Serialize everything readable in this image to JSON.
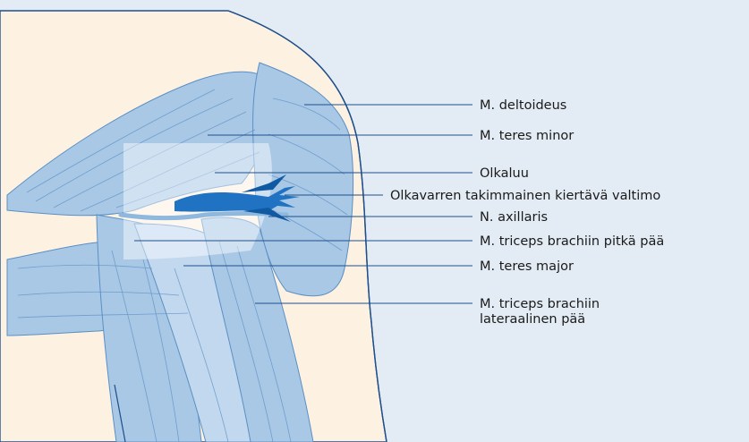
{
  "colors": {
    "panel_bg": "#e3ecf4",
    "skin": "#fdf1e2",
    "muscle_fill": "#a9c8e6",
    "muscle_fill_light": "#c2d8ee",
    "muscle_stroke": "#5a8fc4",
    "outline": "#1f4f8c",
    "vessel": "#1f73c2",
    "vessel_dark": "#0f5aa3",
    "nerve": "#8fb8df",
    "leader_line": "#1f4f8c",
    "label_text": "#1a1a1a"
  },
  "labels": [
    {
      "id": "deltoideus",
      "lines": [
        "M. deltoideus"
      ]
    },
    {
      "id": "teres-minor",
      "lines": [
        "M. teres minor"
      ]
    },
    {
      "id": "olkaluu",
      "lines": [
        "Olkaluu"
      ]
    },
    {
      "id": "valtimo",
      "lines": [
        "Olkavarren takimmainen kiertävä valtimo"
      ]
    },
    {
      "id": "axillaris",
      "lines": [
        "N. axillaris"
      ]
    },
    {
      "id": "triceps-pitka",
      "lines": [
        "M. triceps brachiin pitkä pää"
      ]
    },
    {
      "id": "teres-major",
      "lines": [
        "M. teres major"
      ]
    },
    {
      "id": "triceps-lateraalinen",
      "lines": [
        "M. triceps brachiin",
        "lateraalinen pää"
      ]
    }
  ]
}
